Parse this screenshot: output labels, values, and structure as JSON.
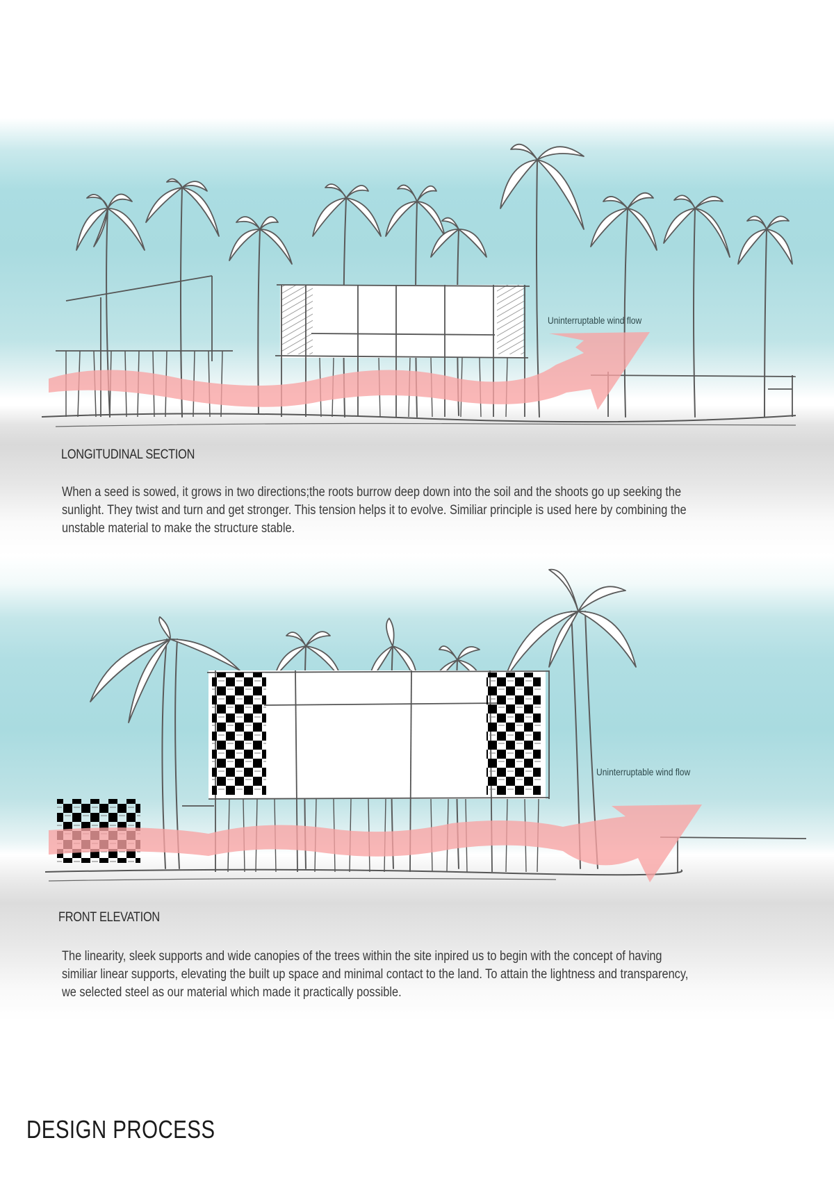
{
  "page": {
    "title": "DESIGN PROCESS"
  },
  "colors": {
    "sky": "#a9dbe0",
    "wind_arrow": "#f7a8a8",
    "sketch_line": "#555555",
    "screen_block": "#000000",
    "text": "#333333"
  },
  "sections": [
    {
      "title": "LONGITUDINAL SECTION",
      "wind_label": "Uninterruptable wind flow",
      "paragraph": [
        "When a seed is sowed, it grows in two directions;the roots burrow deep down into the soil and the shoots go up seeking the",
        "sunlight. They twist and turn and get stronger. This tension helps it to evolve. Similiar principle is used here by combining the",
        "unstable material to make the structure stable."
      ]
    },
    {
      "title": "FRONT ELEVATION",
      "wind_label": "Uninterruptable wind flow",
      "paragraph": [
        "The linearity, sleek supports and wide canopies of the trees within the site inpired us to begin with the concept of having",
        "similiar linear supports, elevating the built up space and minimal contact to the land. To attain the lightness and transparency,",
        "we selected steel as our material which made it practically possible."
      ]
    }
  ]
}
